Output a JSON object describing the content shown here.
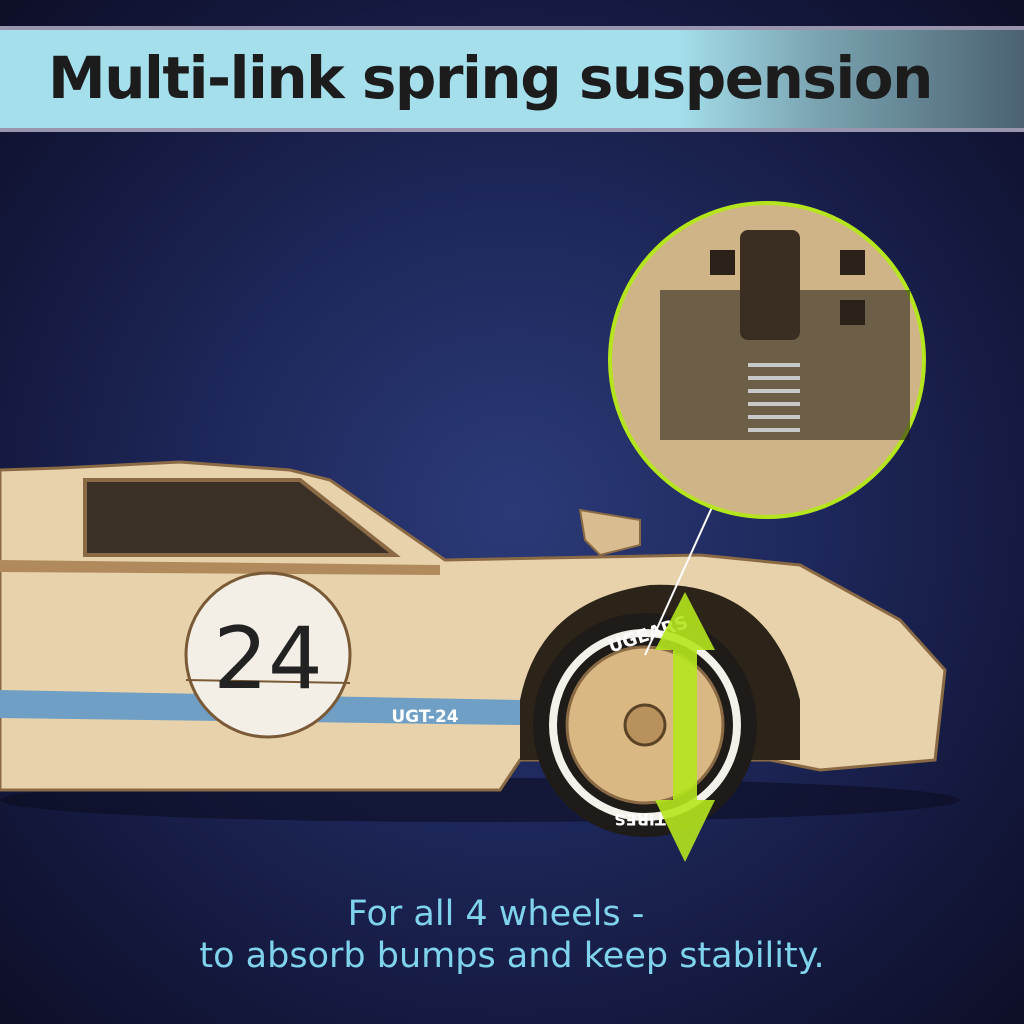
{
  "header": {
    "title": "Multi-link spring suspension"
  },
  "product": {
    "race_number": "24",
    "model_label": "UGT-24",
    "tire_text": "UGEARS",
    "tire_text_bottom": "TIRES"
  },
  "caption": {
    "line1": "For all 4 wheels -",
    "line2": "to absorb bumps and keep stability."
  },
  "colors": {
    "background": "#1d2658",
    "banner": "#a5dfec",
    "caption": "#7fd3ec",
    "arrow": "#b5e61d",
    "wood": "#e6cfa7",
    "stripe": "#6f9fc4"
  }
}
